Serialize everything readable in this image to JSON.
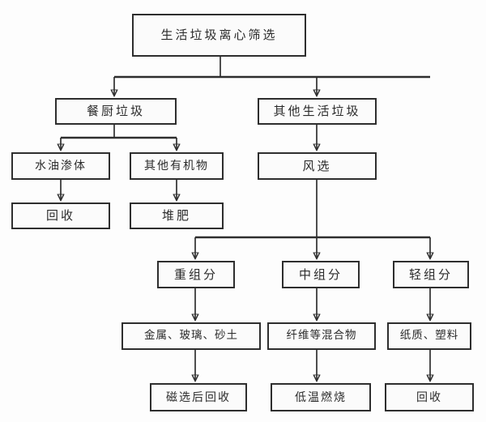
{
  "diagram": {
    "title_box": {
      "label": "生活垃圾离心筛选"
    },
    "level2": [
      {
        "label": "餐厨垃圾"
      },
      {
        "label": "其他生活垃圾"
      }
    ],
    "level3": [
      {
        "label": "水油渗体"
      },
      {
        "label": "其他有机物"
      },
      {
        "label": "风选"
      }
    ],
    "level4": [
      {
        "label": "回收"
      },
      {
        "label": "堆肥"
      }
    ],
    "fractions": [
      {
        "label": "重组分"
      },
      {
        "label": "中组分"
      },
      {
        "label": "轻组分"
      }
    ],
    "materials": [
      {
        "label": "金属、玻璃、砂土"
      },
      {
        "label": "纤维等混合物"
      },
      {
        "label": "纸质、塑料"
      }
    ],
    "outcomes": [
      {
        "label": "磁选后回收"
      },
      {
        "label": "低温燃烧"
      },
      {
        "label": "回收"
      }
    ],
    "colors": {
      "background": "#fdfdfd",
      "box_fill": "#fbfbfb",
      "stroke": "#2e2e2e",
      "text": "#2b2b2b"
    }
  }
}
